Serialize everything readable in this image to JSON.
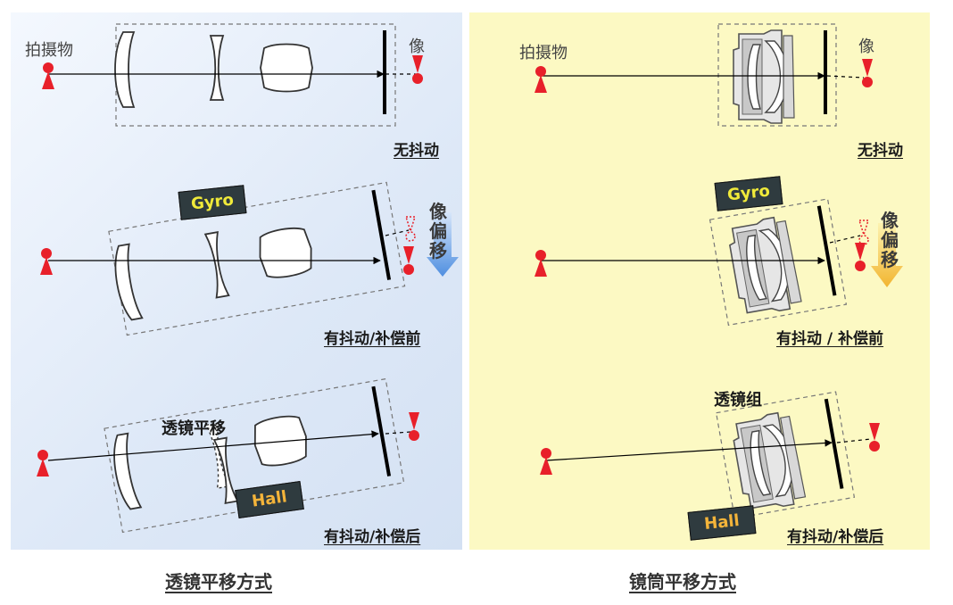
{
  "left": {
    "caption": "透镜平移方式",
    "subject": "拍摄物",
    "image": "像",
    "state1": "无抖动",
    "state2": "有抖动/补偿前",
    "state3": "有抖动/补偿后",
    "image_shift": "像偏移",
    "gyro": "Gyro",
    "hall": "Hall",
    "lens_shift": "透镜平移"
  },
  "right": {
    "caption": "镜筒平移方式",
    "subject": "拍摄物",
    "image": "像",
    "state1": "无抖动",
    "state2": "有抖动 / 补偿前",
    "state3": "有抖动/补偿后",
    "image_shift": "像偏移",
    "gyro": "Gyro",
    "hall": "Hall",
    "lens_group": "透镜组"
  },
  "colors": {
    "left_bg": "#dde8f7",
    "right_bg": "#fcf9c3",
    "marker": "#e8202a",
    "arrow_left": "#6a9fe0",
    "arrow_right": "#f4bf3a"
  }
}
